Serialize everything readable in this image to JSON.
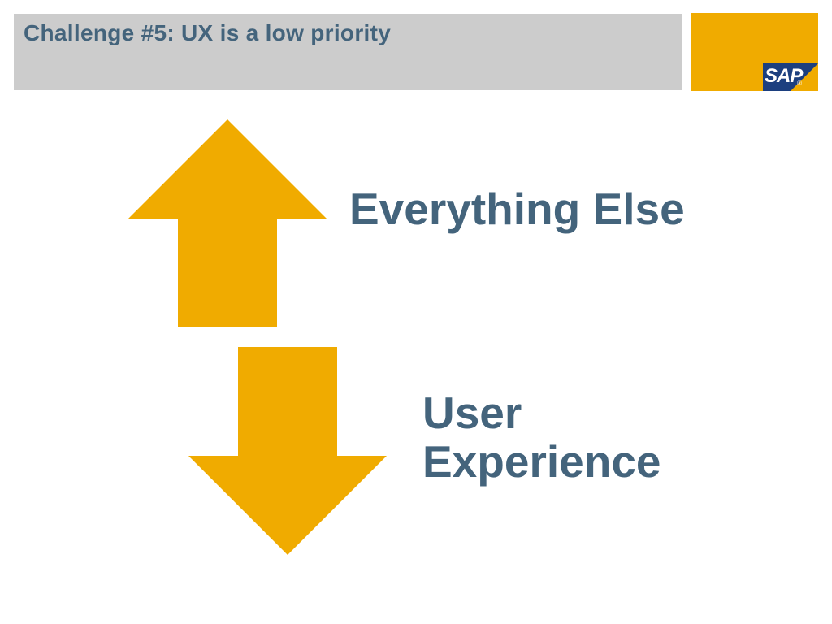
{
  "header": {
    "title": "Challenge #5: UX is a low priority"
  },
  "logo": {
    "text": "SAP",
    "registered": "®"
  },
  "arrows": {
    "up": {
      "icon": "up-arrow-icon",
      "color": "#f0ab00"
    },
    "down": {
      "icon": "down-arrow-icon",
      "color": "#f0ab00"
    }
  },
  "labels": {
    "up_label": "Everything Else",
    "down_label_line1": "User",
    "down_label_line2": "Experience"
  },
  "colors": {
    "title_text": "#44647c",
    "title_bar": "#cccccc",
    "accent": "#f0ab00",
    "logo_blue": "#1c3f7f"
  }
}
